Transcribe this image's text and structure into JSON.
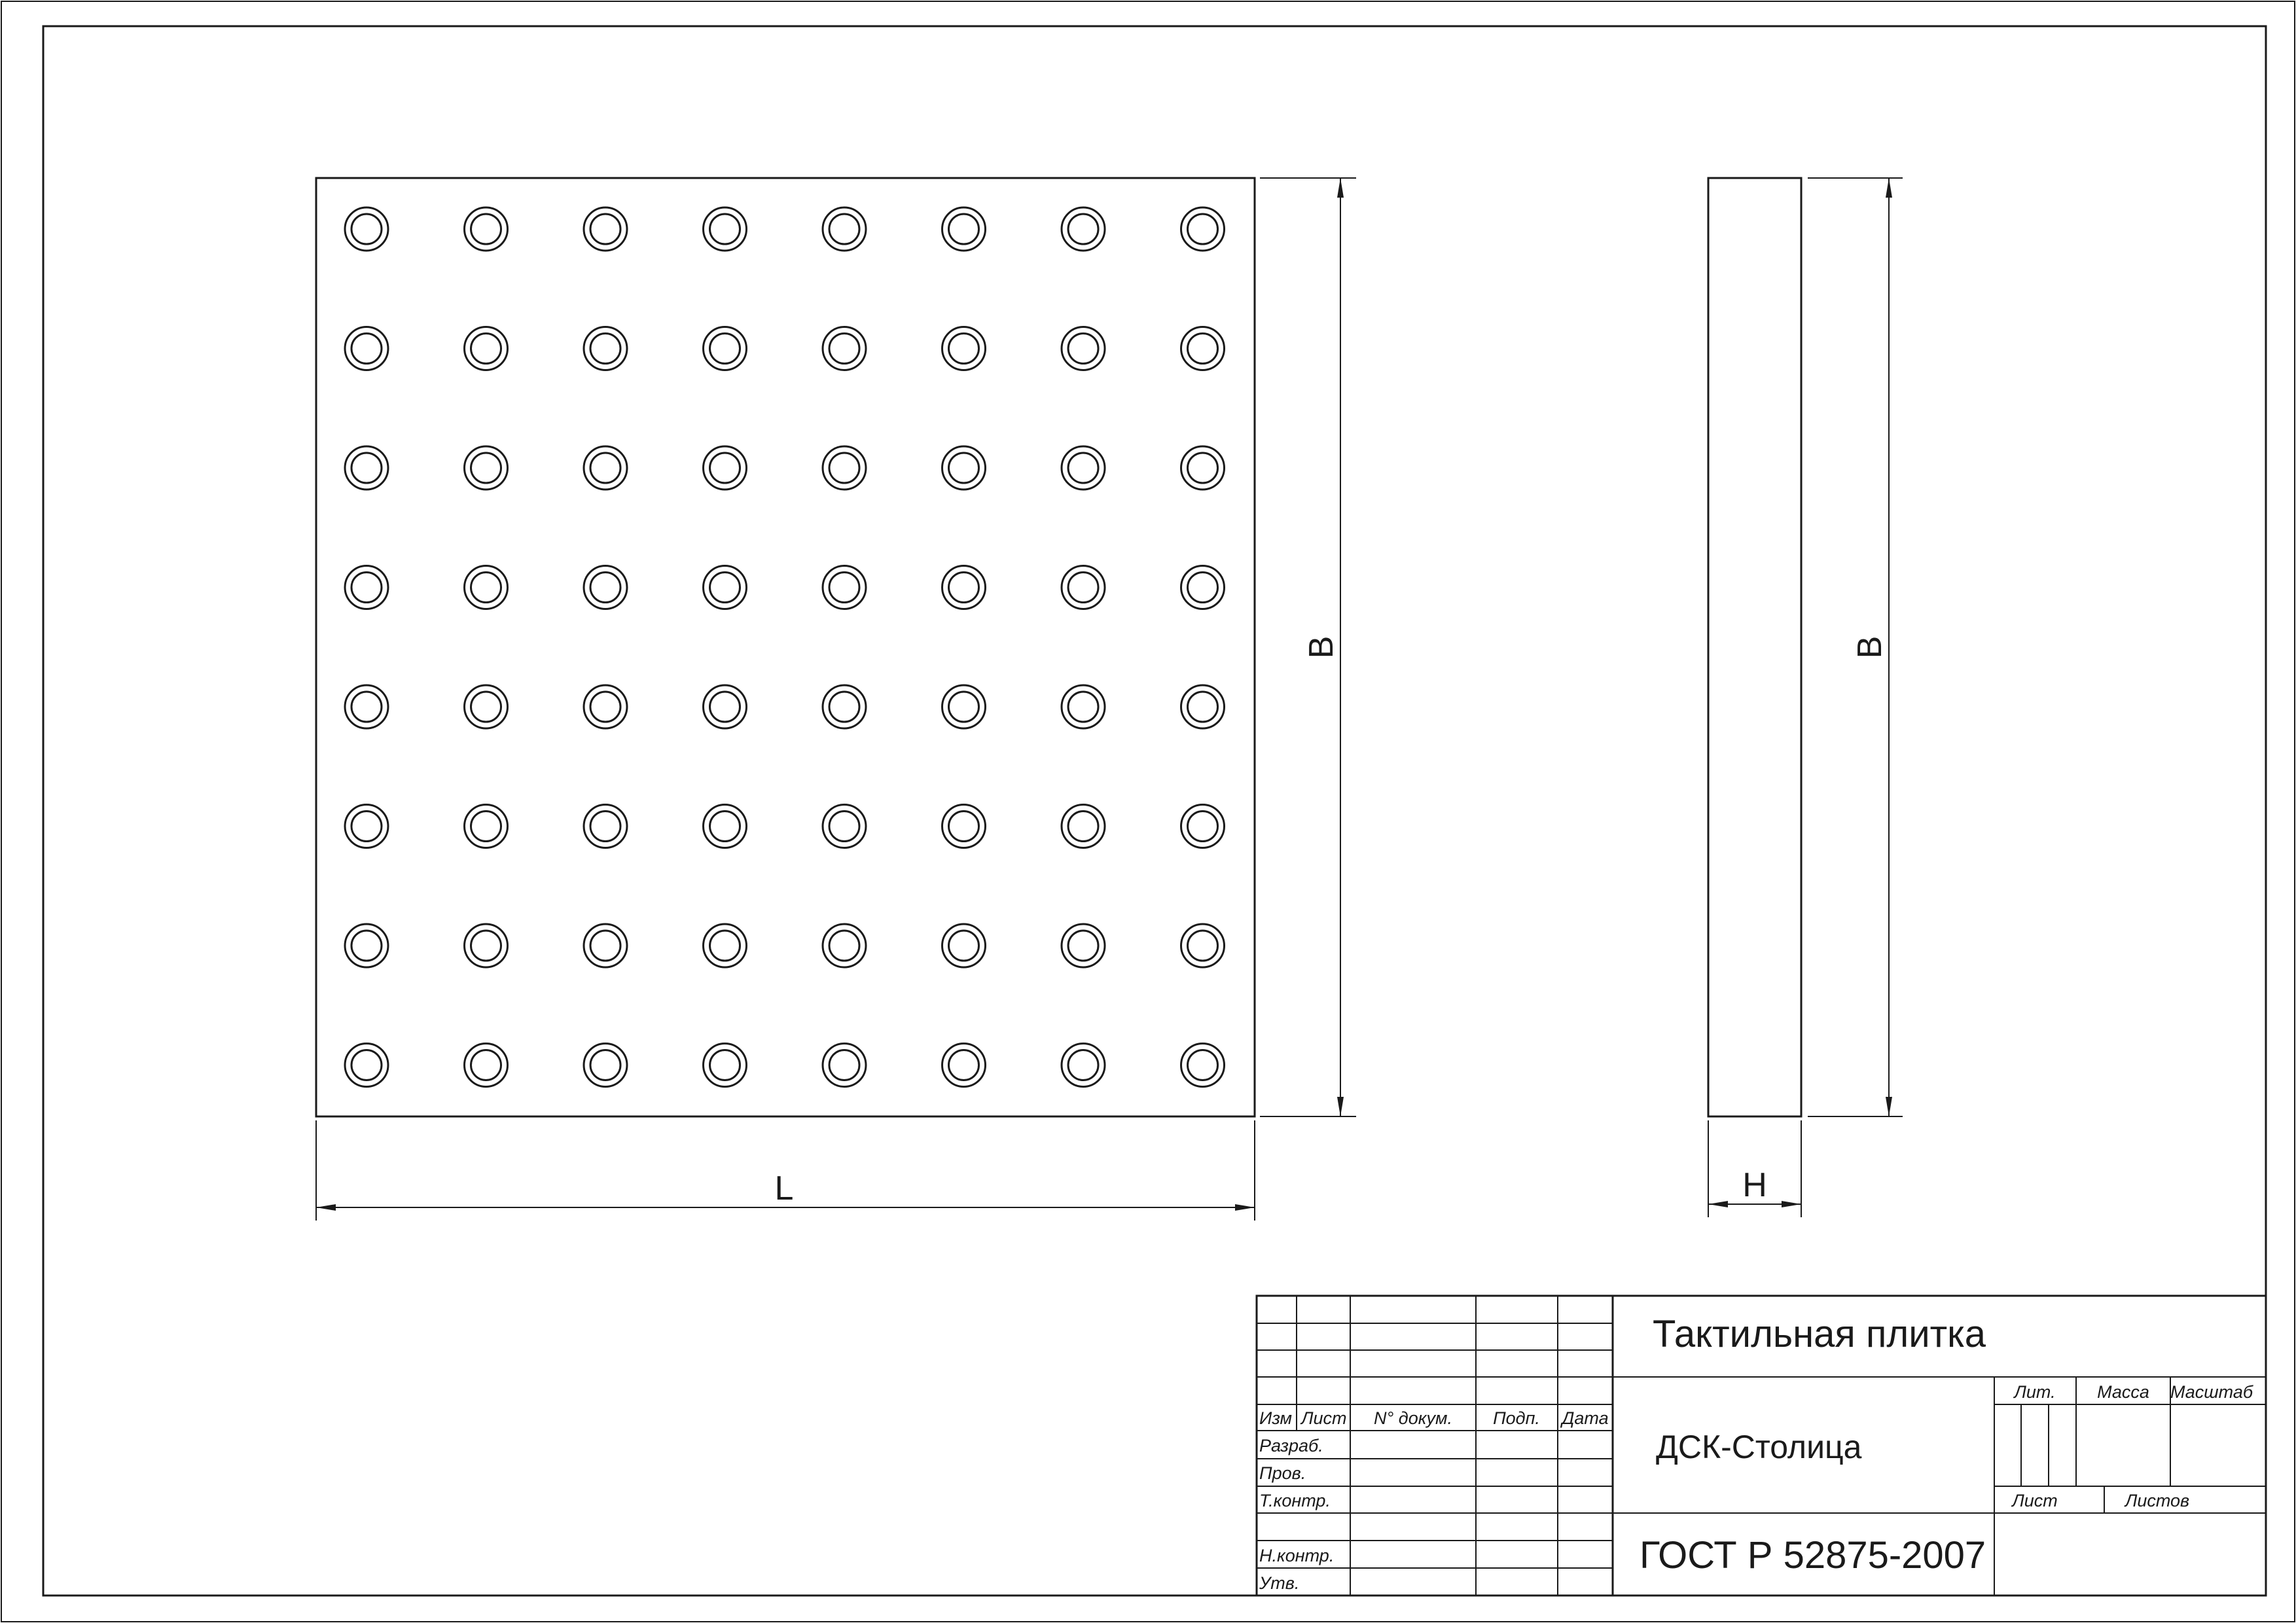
{
  "drawing": {
    "tile_grid": {
      "rows": 8,
      "columns": 8
    },
    "dimensions": {
      "length_label": "L",
      "width_label_plan": "B",
      "width_label_side": "B",
      "height_label": "H"
    }
  },
  "title_block": {
    "headers": {
      "change": "Изм",
      "sheet": "Лист",
      "doc_no": "N° докум.",
      "sign": "Подп.",
      "date": "Дата"
    },
    "roles": {
      "developer": "Разраб.",
      "checked": "Пров.",
      "tech_control": "Т.контр.",
      "norm_control": "Н.контр.",
      "approved": "Утв."
    },
    "product_name": "Тактильная плитка",
    "organization": "ДСК-Столица",
    "standard": "ГОСТ Р 52875-2007",
    "lit_label": "Лит.",
    "mass_label": "Масса",
    "scale_label": "Масштаб",
    "sheet_label": "Лист",
    "sheets_label": "Листов"
  }
}
